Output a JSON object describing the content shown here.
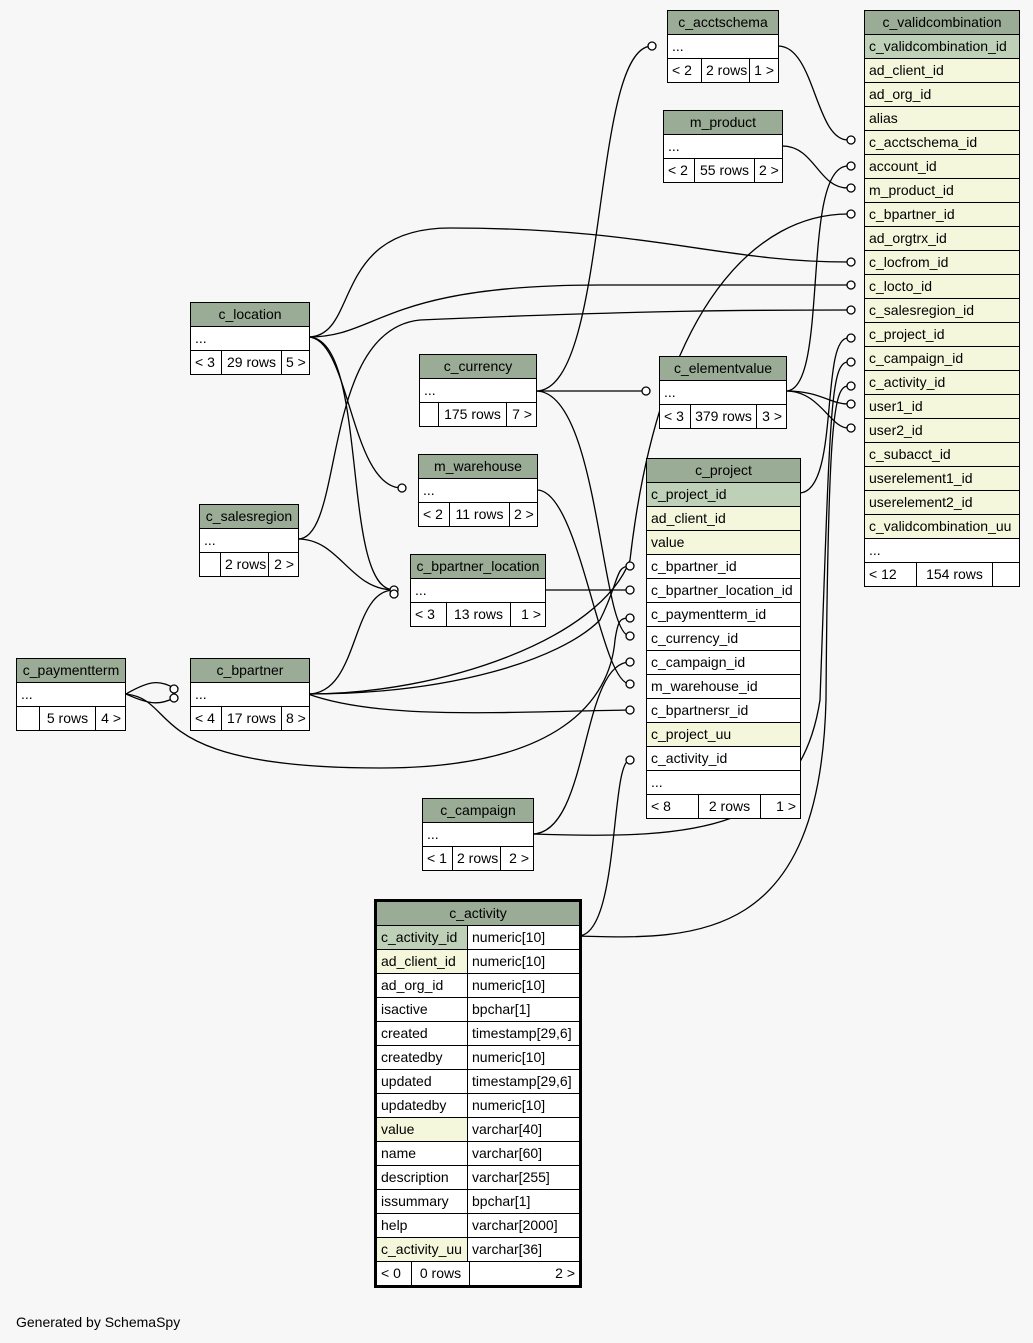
{
  "footer": "Generated by SchemaSpy",
  "tables": [
    {
      "name": "c_acctschema",
      "cols": [
        {
          "n": "..."
        }
      ],
      "foot": [
        "< 2",
        "2 rows",
        "1 >"
      ]
    },
    {
      "name": "m_product",
      "cols": [
        {
          "n": "..."
        }
      ],
      "foot": [
        "< 2",
        "55 rows",
        "2 >"
      ]
    },
    {
      "name": "c_validcombination",
      "cols": [
        {
          "n": "c_validcombination_id",
          "k": "pk"
        },
        {
          "n": "ad_client_id",
          "k": "idx"
        },
        {
          "n": "ad_org_id",
          "k": "idx"
        },
        {
          "n": "alias",
          "k": "idx"
        },
        {
          "n": "c_acctschema_id",
          "k": "idx"
        },
        {
          "n": "account_id",
          "k": "idx"
        },
        {
          "n": "m_product_id",
          "k": "idx"
        },
        {
          "n": "c_bpartner_id",
          "k": "idx"
        },
        {
          "n": "ad_orgtrx_id",
          "k": "idx"
        },
        {
          "n": "c_locfrom_id",
          "k": "idx"
        },
        {
          "n": "c_locto_id",
          "k": "idx"
        },
        {
          "n": "c_salesregion_id",
          "k": "idx"
        },
        {
          "n": "c_project_id",
          "k": "idx"
        },
        {
          "n": "c_campaign_id",
          "k": "idx"
        },
        {
          "n": "c_activity_id",
          "k": "idx"
        },
        {
          "n": "user1_id",
          "k": "idx"
        },
        {
          "n": "user2_id",
          "k": "idx"
        },
        {
          "n": "c_subacct_id",
          "k": "idx"
        },
        {
          "n": "userelement1_id",
          "k": "idx"
        },
        {
          "n": "userelement2_id",
          "k": "idx"
        },
        {
          "n": "c_validcombination_uu",
          "k": "idx"
        },
        {
          "n": "..."
        }
      ],
      "foot": [
        "< 12",
        "154 rows",
        ""
      ]
    },
    {
      "name": "c_location",
      "cols": [
        {
          "n": "..."
        }
      ],
      "foot": [
        "< 3",
        "29 rows",
        "5 >"
      ]
    },
    {
      "name": "c_currency",
      "cols": [
        {
          "n": "..."
        }
      ],
      "foot": [
        "",
        "175 rows",
        "7 >"
      ]
    },
    {
      "name": "c_elementvalue",
      "cols": [
        {
          "n": "..."
        }
      ],
      "foot": [
        "< 3",
        "379 rows",
        "3 >"
      ]
    },
    {
      "name": "m_warehouse",
      "cols": [
        {
          "n": "..."
        }
      ],
      "foot": [
        "< 2",
        "11 rows",
        "2 >"
      ]
    },
    {
      "name": "c_project",
      "cols": [
        {
          "n": "c_project_id",
          "k": "pk"
        },
        {
          "n": "ad_client_id",
          "k": "idx"
        },
        {
          "n": "value",
          "k": "idx"
        },
        {
          "n": "c_bpartner_id"
        },
        {
          "n": "c_bpartner_location_id"
        },
        {
          "n": "c_paymentterm_id"
        },
        {
          "n": "c_currency_id"
        },
        {
          "n": "c_campaign_id"
        },
        {
          "n": "m_warehouse_id"
        },
        {
          "n": "c_bpartnersr_id"
        },
        {
          "n": "c_project_uu",
          "k": "idx"
        },
        {
          "n": "c_activity_id"
        },
        {
          "n": "..."
        }
      ],
      "foot": [
        "< 8",
        "2 rows",
        "1 >"
      ]
    },
    {
      "name": "c_salesregion",
      "cols": [
        {
          "n": "..."
        }
      ],
      "foot": [
        "",
        "2 rows",
        "2 >"
      ]
    },
    {
      "name": "c_bpartner_location",
      "cols": [
        {
          "n": "..."
        }
      ],
      "foot": [
        "< 3",
        "13 rows",
        "1 >"
      ]
    },
    {
      "name": "c_paymentterm",
      "cols": [
        {
          "n": "..."
        }
      ],
      "foot": [
        "",
        "5 rows",
        "4 >"
      ]
    },
    {
      "name": "c_bpartner",
      "cols": [
        {
          "n": "..."
        }
      ],
      "foot": [
        "< 4",
        "17 rows",
        "8 >"
      ]
    },
    {
      "name": "c_campaign",
      "cols": [
        {
          "n": "..."
        }
      ],
      "foot": [
        "< 1",
        "2 rows",
        "2 >"
      ]
    },
    {
      "name": "c_activity",
      "cols": [
        {
          "n": "c_activity_id",
          "t": "numeric[10]",
          "k": "pk"
        },
        {
          "n": "ad_client_id",
          "t": "numeric[10]",
          "k": "idx"
        },
        {
          "n": "ad_org_id",
          "t": "numeric[10]"
        },
        {
          "n": "isactive",
          "t": "bpchar[1]"
        },
        {
          "n": "created",
          "t": "timestamp[29,6]"
        },
        {
          "n": "createdby",
          "t": "numeric[10]"
        },
        {
          "n": "updated",
          "t": "timestamp[29,6]"
        },
        {
          "n": "updatedby",
          "t": "numeric[10]"
        },
        {
          "n": "value",
          "t": "varchar[40]",
          "k": "idx"
        },
        {
          "n": "name",
          "t": "varchar[60]"
        },
        {
          "n": "description",
          "t": "varchar[255]"
        },
        {
          "n": "issummary",
          "t": "bpchar[1]"
        },
        {
          "n": "help",
          "t": "varchar[2000]"
        },
        {
          "n": "c_activity_uu",
          "t": "varchar[36]",
          "k": "idx"
        }
      ],
      "foot": [
        "< 0",
        "0 rows",
        "2 >"
      ]
    }
  ],
  "colors": {
    "header": "#9aab96",
    "pk": "#bfd0b8",
    "idx": "#f4f7dc",
    "row": "#ffffff",
    "background": "#f7f7f7"
  }
}
